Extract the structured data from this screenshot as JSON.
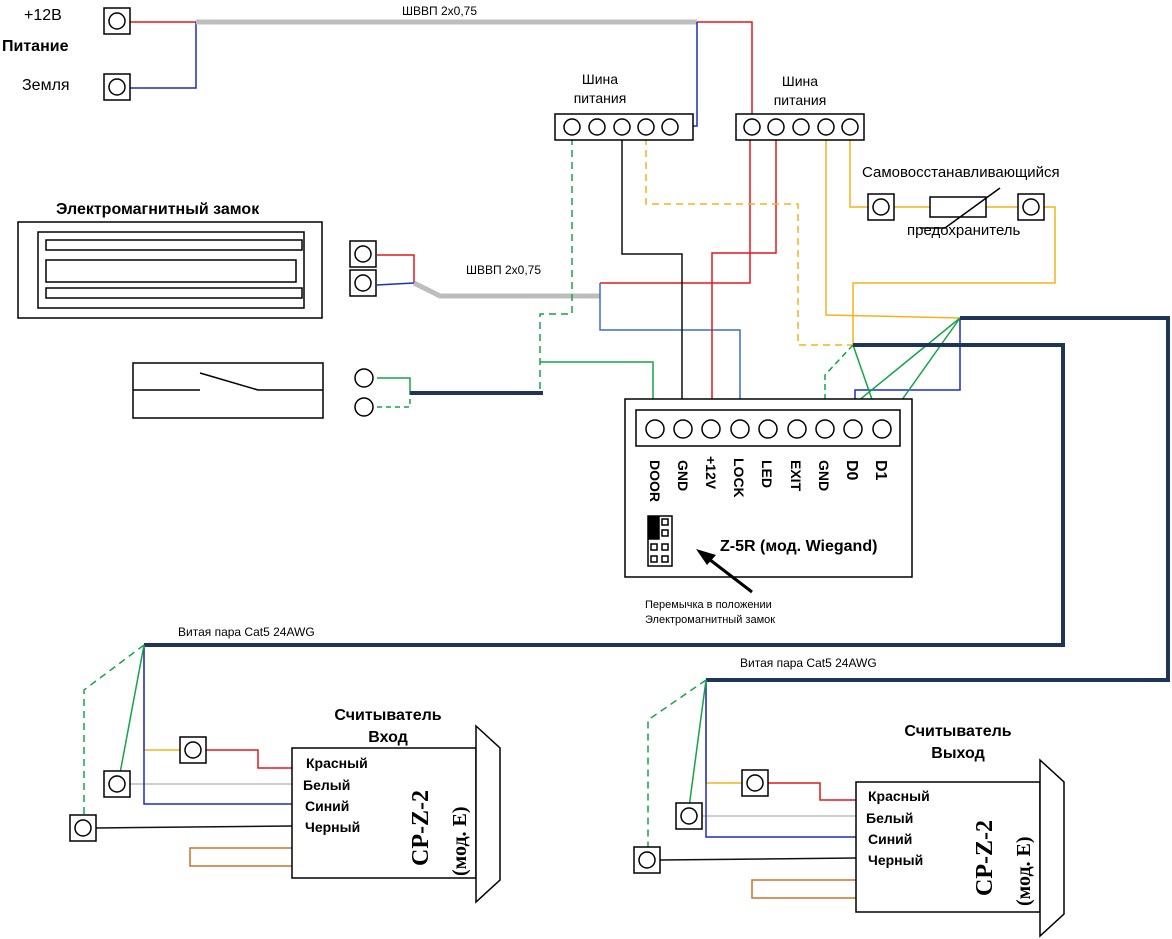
{
  "power": {
    "plus12": "+12В",
    "power_label": "Питание",
    "ground": "Земля",
    "cable_top": "ШВВП 2х0,75"
  },
  "bus1": {
    "line1": "Шина",
    "line2": "питания"
  },
  "bus2": {
    "line1": "Шина",
    "line2": "питания"
  },
  "fuse": {
    "line1": "Самовосстанавливающийся",
    "line2": "предохранитель"
  },
  "lock": {
    "title": "Электромагнитный замок",
    "cable": "ШВВП 2х0,75"
  },
  "controller": {
    "title": "Z-5R (мод. Wiegand)",
    "terminals": [
      "DOOR",
      "GND",
      "+12V",
      "LOCK",
      "LED",
      "EXIT",
      "GND",
      "D0",
      "D1"
    ],
    "jumper_note_1": "Перемычка в положении",
    "jumper_note_2": "Электромагнитный замок"
  },
  "reader_in": {
    "title1": "Считыватель",
    "title2": "Вход",
    "cable": "Витая пара Cat5 24AWG",
    "model1": "CP-Z-2",
    "model2": "(мод. Е)",
    "wires": [
      "Красный",
      "Белый",
      "Синий",
      "Черный"
    ]
  },
  "reader_out": {
    "title1": "Считыватель",
    "title2": "Выход",
    "cable": "Витая пара Cat5 24AWG",
    "model1": "CP-Z-2",
    "model2": "(мод. Е)",
    "wires": [
      "Красный",
      "Белый",
      "Синий",
      "Черный"
    ]
  },
  "colors": {
    "red": "#e0191c",
    "blue": "#1a2fbf",
    "green": "#16a34a",
    "orange": "#f5b21d",
    "navy": "#1f3557",
    "gray": "#bdbdbd",
    "brown": "#c8742a"
  }
}
